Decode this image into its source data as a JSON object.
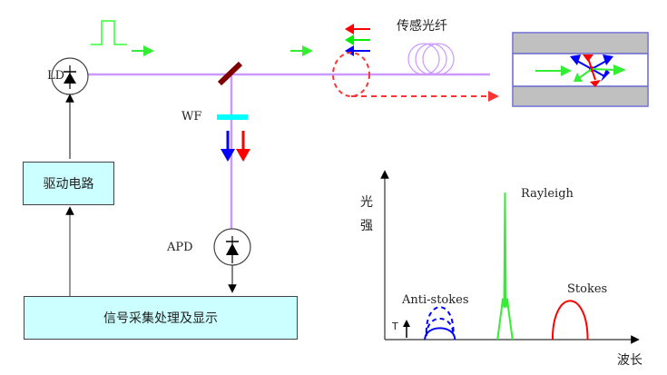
{
  "labels": {
    "ld": "LD",
    "wf": "WF",
    "apd": "APD",
    "sensing_fiber": "传感光纤",
    "drive_circuit": "驱动电路",
    "signal_processing": "信号采集处理及显示"
  },
  "colors": {
    "fiber_path": "#cc99ff",
    "pulse": "#33ff33",
    "rayleigh": "#33ee33",
    "anti_stokes": "#0000ff",
    "stokes": "#ff0000",
    "mirror": "#800000",
    "filter": "#00ffff",
    "box_fill": "#ccffff",
    "fiber_cladding": "#c0c0c0",
    "fiber_border": "#6666cc"
  },
  "chart_data": {
    "type": "line",
    "title": "",
    "ylabel": "光强",
    "xlabel": "波长",
    "temperature_label": "T",
    "series": [
      {
        "name": "Anti-stokes",
        "shape": "arc",
        "center": 0.22,
        "width": 0.12,
        "height": 0.08,
        "style": "solid+dashed (rises with T)"
      },
      {
        "name": "Rayleigh",
        "shape": "spike",
        "center": 0.48,
        "width": 0.06,
        "height": 1.0
      },
      {
        "name": "Stokes",
        "shape": "arc",
        "center": 0.74,
        "width": 0.14,
        "height": 0.27
      }
    ],
    "xlim": [
      0,
      1
    ],
    "ylim": [
      0,
      1.05
    ],
    "grid": false
  }
}
